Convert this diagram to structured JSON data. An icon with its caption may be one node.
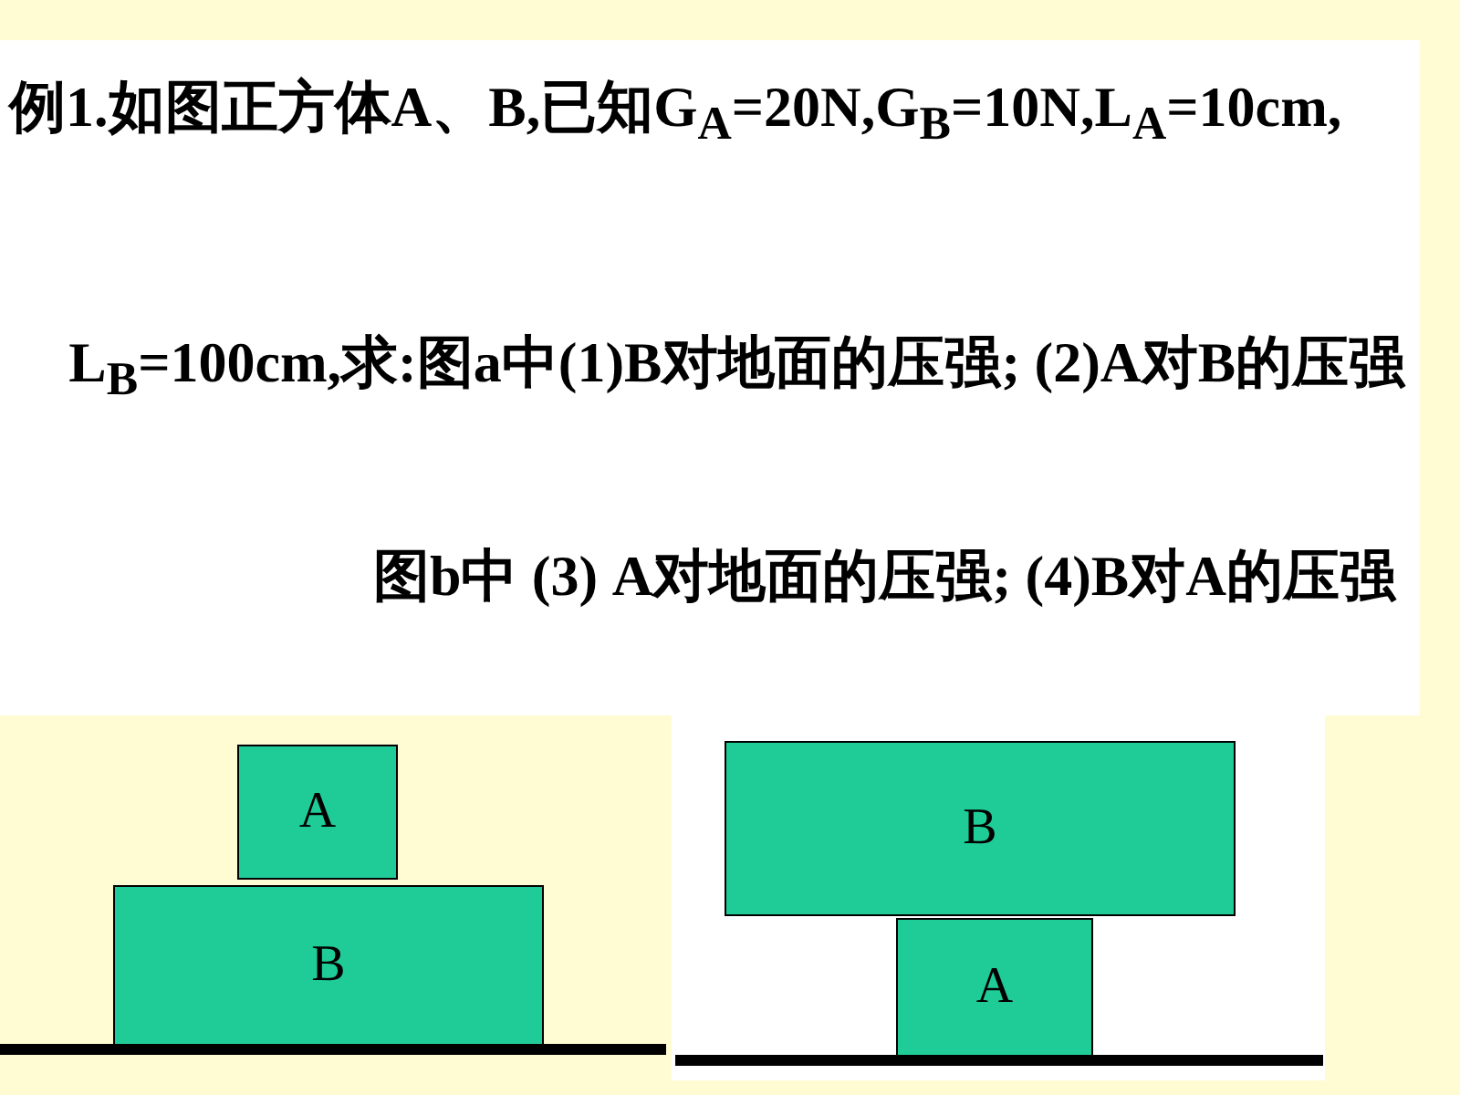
{
  "diagram": {
    "nodes": [
      {
        "text": [
          "A"
        ]
      },
      {
        "text": [
          "B"
        ]
      },
      {
        "text": [
          "B"
        ]
      },
      {
        "text": [
          "A"
        ]
      }
    ],
    "labels": [
      "例1.如图正方体A、B,已知G$_{A}$=20N,G$_{B}$=10N,L$_{A}$=10cm,",
      "L$_{B}$=100cm,求:图a中(1)B对地面的压强; (2)A对B的压强",
      "图b中 (3) A对地面的压强; (4)B对A的压强"
    ]
  }
}
